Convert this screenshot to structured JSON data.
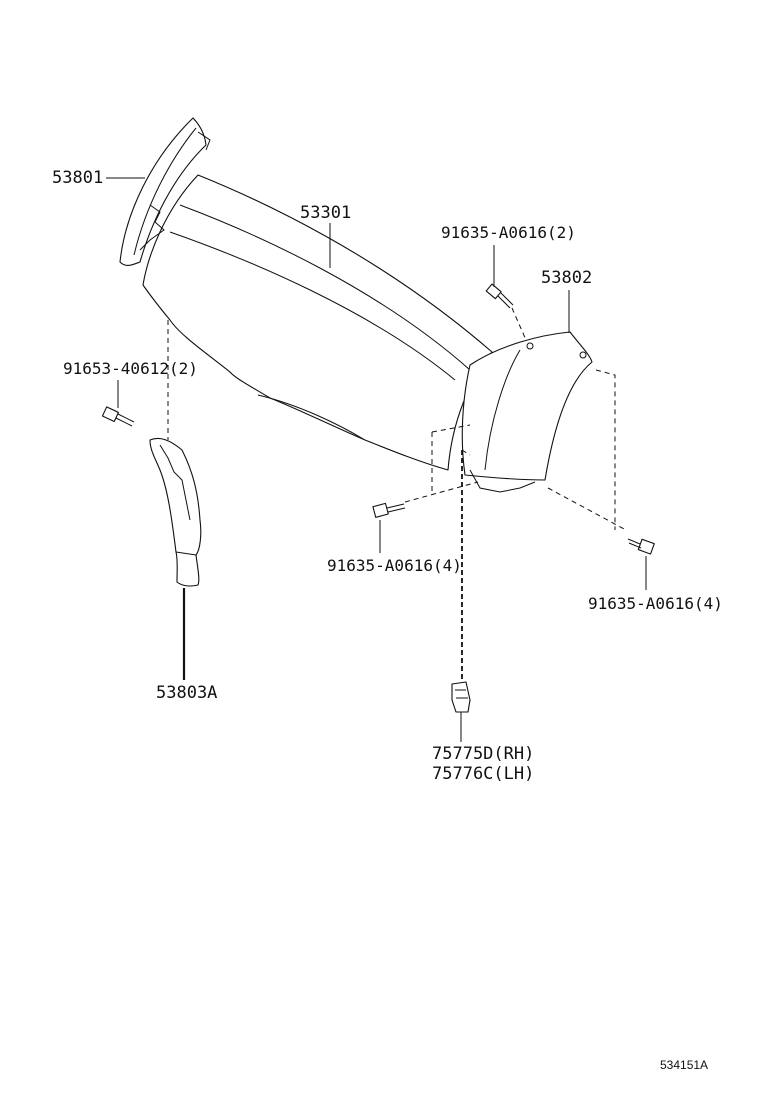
{
  "callouts": {
    "p53801": "53801",
    "p53301": "53301",
    "p53802": "53802",
    "p53803a": "53803A",
    "bolt_top_right": "91635-A0616(2)",
    "bolt_left": "91653-40612(2)",
    "bolt_center": "91635-A0616(4)",
    "bolt_right": "91635-A0616(4)",
    "clip_rh": "75775D(RH)",
    "clip_lh": "75776C(LH)"
  },
  "figure_id": "534151A"
}
